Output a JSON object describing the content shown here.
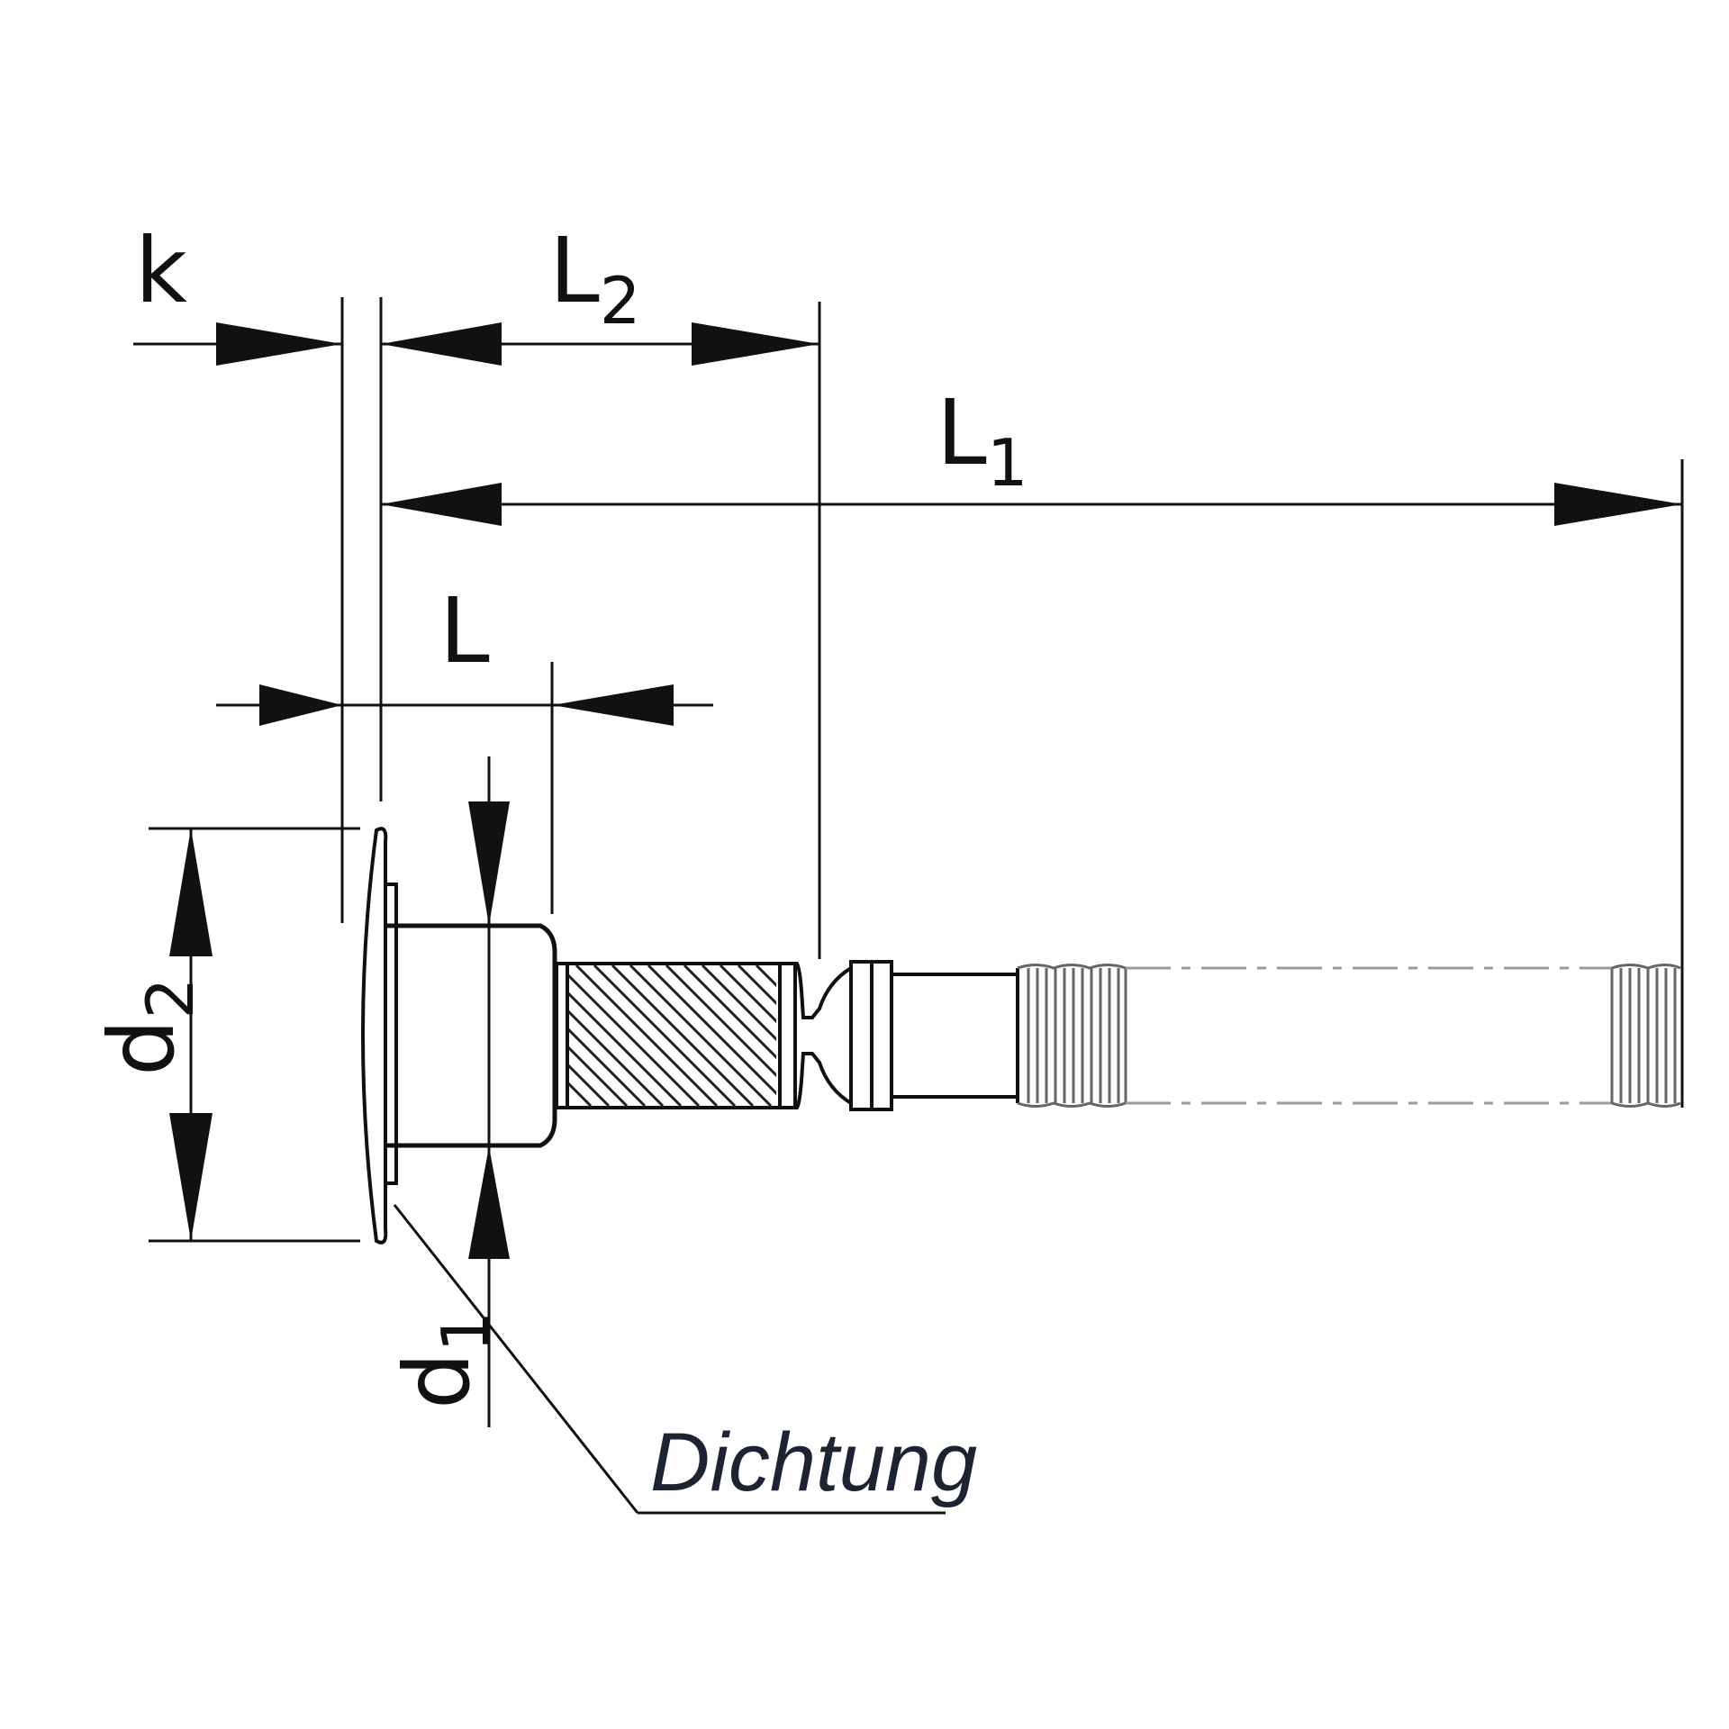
{
  "labels": {
    "k": "k",
    "L2_main": "L",
    "L2_sub": "2",
    "L1_main": "L",
    "L1_sub": "1",
    "L": "L",
    "d2_main": "d",
    "d2_sub": "2",
    "d1_main": "d",
    "d1_sub": "1",
    "seal_note": "Dichtung"
  }
}
